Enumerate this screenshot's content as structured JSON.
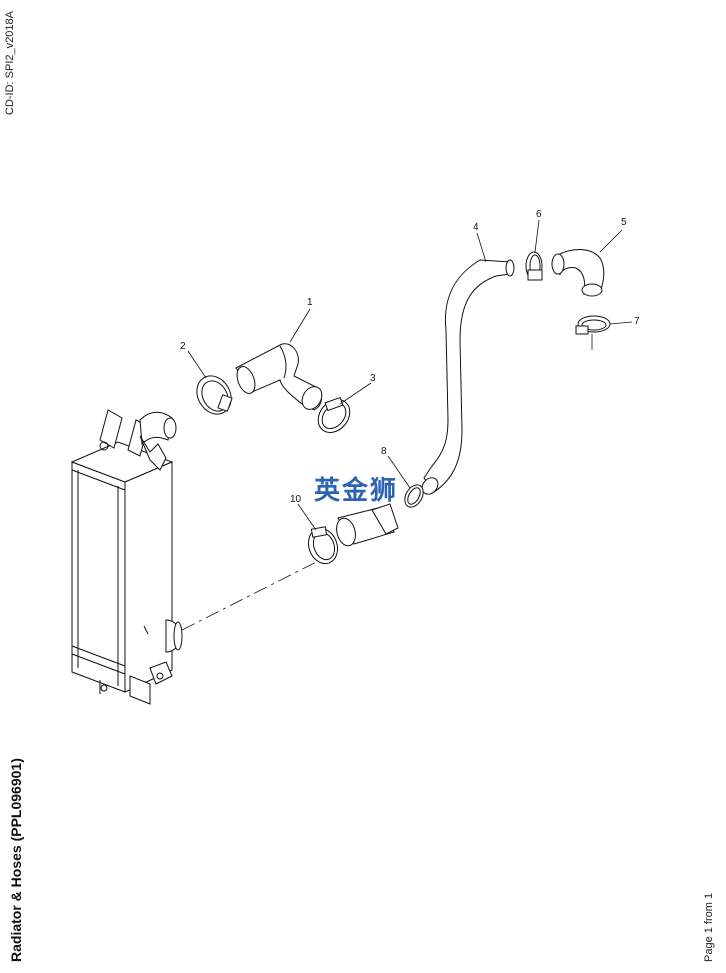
{
  "document": {
    "cd_id": "CD-ID: SPI2_v2018A",
    "title": "Radiator & Hoses (PPL096901)",
    "page_info": "Page 1 from 1",
    "watermark": "英金狮"
  },
  "callouts": [
    {
      "id": "1",
      "label": "1"
    },
    {
      "id": "2",
      "label": "2"
    },
    {
      "id": "3",
      "label": "3"
    },
    {
      "id": "4",
      "label": "4"
    },
    {
      "id": "5",
      "label": "5"
    },
    {
      "id": "6",
      "label": "6"
    },
    {
      "id": "7",
      "label": "7"
    },
    {
      "id": "8",
      "label": "8"
    },
    {
      "id": "10",
      "label": "10"
    }
  ]
}
